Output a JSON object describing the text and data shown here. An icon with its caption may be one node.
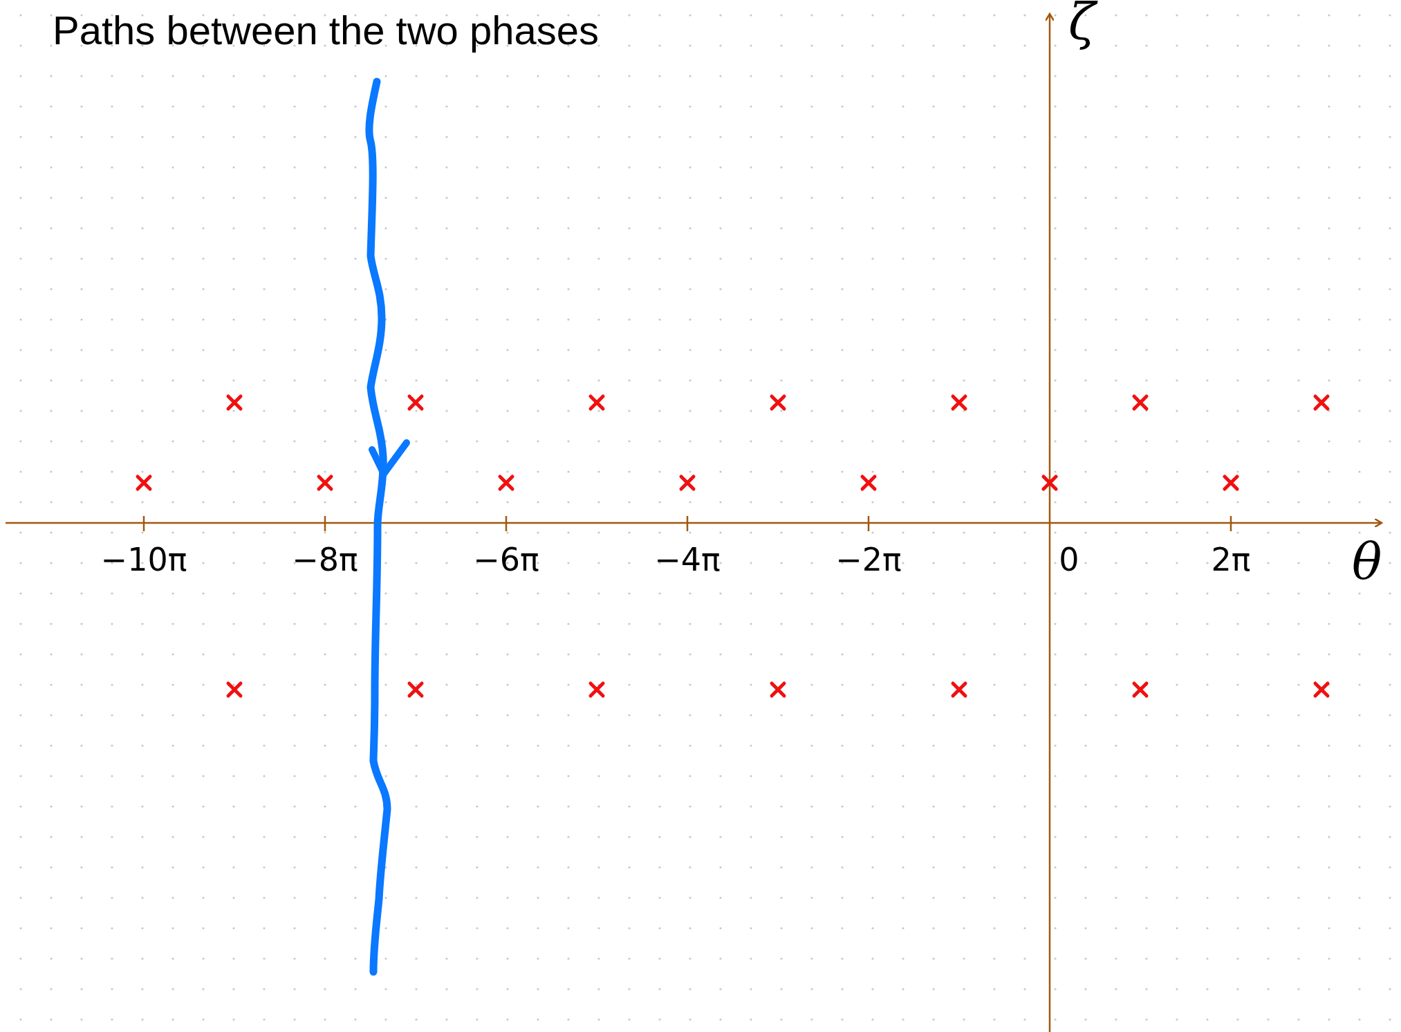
{
  "diagram": {
    "title": "Paths between the two phases",
    "labels": [
      "ζ",
      "θ",
      "−10π",
      "−8π",
      "−6π",
      "−4π",
      "−2π",
      "0",
      "2π"
    ]
  }
}
